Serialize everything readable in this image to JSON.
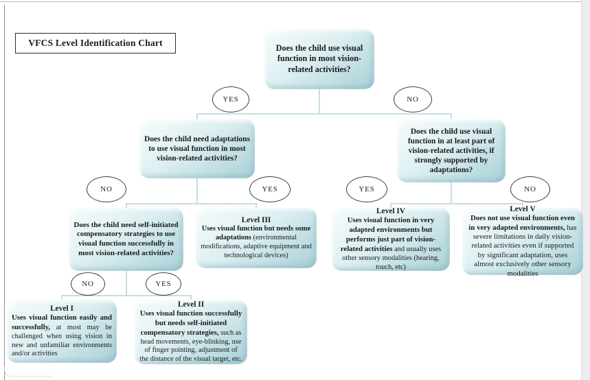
{
  "page": {
    "title": "VFCS Level Identification Chart"
  },
  "colors": {
    "connector": "#c6dfe1",
    "node_grad_1": "#f7fcfc",
    "node_grad_2": "#ddeff1",
    "node_grad_3": "#a8d0d7",
    "ellipse_border": "#3c3c3c"
  },
  "nodes": {
    "root": {
      "text": "Does the child use visual function in most vision-related activities?"
    },
    "q_adaptations": {
      "text": "Does the child need adaptations to use visual function in most vision-related activities?"
    },
    "q_part": {
      "text": "Does the child use visual function in at least part of vision-related activities, if strongly supported by adaptations?"
    },
    "q_self": {
      "text": "Does the child need self-initiated compensatory strategies to use visual function successfully in most vision-related activities?"
    },
    "level1": {
      "title": "Level I",
      "bold": "Uses visual function easily and successfully,",
      "normal": " at most may be challenged when using vision in new and unfamiliar environments and/or activities"
    },
    "level2": {
      "title": "Level II",
      "bold": "Uses visual function successfully but needs self-initiated compensatory strategies,",
      "normal": " such as head movements, eye-blinking, use of finger pointing, adjustment of the distance of the visual target, etc."
    },
    "level3": {
      "title": "Level III",
      "bold": "Uses visual function but needs some adaptations",
      "normal": " (environmental modifications, adaptive equipment and technological devices)"
    },
    "level4": {
      "title": "Level IV",
      "bold": "Uses visual function in very adapted environments but performs just part of vision-related activities",
      "normal": " and usually uses other sensory modalities (hearing, touch, etc)"
    },
    "level5": {
      "title": "Level V",
      "bold": "Does not use visual function even in very adapted environments,",
      "normal": " has severe limitations in daily vision-related activities even if supported by significant adaptation, uses almost exclusively other sensory modalities"
    }
  },
  "branches": [
    {
      "from": "root",
      "label": "YES",
      "to": "q_adaptations"
    },
    {
      "from": "root",
      "label": "NO",
      "to": "q_part"
    },
    {
      "from": "q_adaptations",
      "label": "NO",
      "to": "q_self"
    },
    {
      "from": "q_adaptations",
      "label": "YES",
      "to": "level3"
    },
    {
      "from": "q_part",
      "label": "YES",
      "to": "level4"
    },
    {
      "from": "q_part",
      "label": "NO",
      "to": "level5"
    },
    {
      "from": "q_self",
      "label": "NO",
      "to": "level1"
    },
    {
      "from": "q_self",
      "label": "YES",
      "to": "level2"
    }
  ]
}
